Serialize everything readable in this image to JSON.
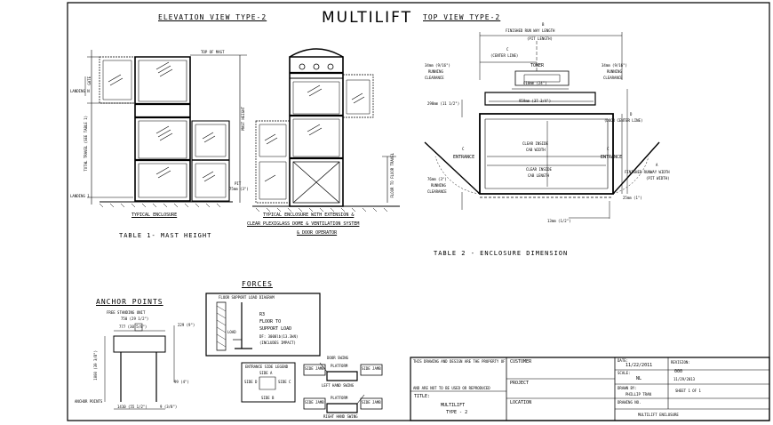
{
  "drawing_title": "MULTILIFT",
  "views": {
    "elevation_heading": "ELEVATION VIEW   TYPE-2",
    "top_heading": "TOP VIEW   TYPE-2"
  },
  "elevation": {
    "top_of_mast": "TOP OF MAST",
    "mast_height": "MAST HEIGHT",
    "total_travel": "TOTAL TRAVEL (SEE TABLE 1)",
    "gate": "GATE",
    "landing_n": "LANDING N",
    "landing_1": "LANDING 1",
    "pit": "PIT",
    "pit_value": "75mm (3\")",
    "floor_to_floor": "FLOOR TO FLOOR TRAVEL",
    "caption_left": "TYPICAL ENCLOSURE",
    "caption_right_1": "TYPICAL ENCLOSURE WITH EXTENSION &",
    "caption_right_2": "CLEAR PLEXIGLASS DOME & VENTILATION SYSTEM",
    "caption_right_3": "& DOOR OPERATOR",
    "table_caption": "TABLE 1- MAST HEIGHT"
  },
  "top_view": {
    "dim_b": "B",
    "finished_run_way_length": "FINISHED RUN WAY LENGTH",
    "pit_length": "(PIT LENGTH)",
    "dim_c_top": "C",
    "center_line": "(CENTER LINE)",
    "tower": "TOWER",
    "running_clearance_left_1": "34mm (9/16\")",
    "running_clearance_left_2": "RUNNING",
    "running_clearance_left_3": "CLEARANCE",
    "running_clearance_right_1": "34mm (9/16\")",
    "running_clearance_right_2": "RUNNING",
    "running_clearance_right_3": "CLEARANCE",
    "dim_610": "610mm (24\")",
    "dim_959": "959mm (37 3/4\")",
    "dim_298": "298mm (11 1/2\")",
    "dim_d": "D",
    "door_center_line": "(DOOR CENTER LINE)",
    "clear_inside_cab_width_1": "CLEAR INSIDE",
    "clear_inside_cab_width_2": "CAB WIDTH",
    "clear_inside_cab_length_1": "CLEAR INSIDE",
    "clear_inside_cab_length_2": "CAB LENGTH",
    "dim_c_left": "C",
    "entrance_left": "ENTRANCE",
    "dim_c_right": "C",
    "entrance_right": "ENTRANCE",
    "dim_a": "A",
    "finished_runway_width": "FINISHED RUNWAY WIDTH",
    "pit_width": "(PIT WIDTH)",
    "running_clearance_bottom_1": "76mm (3\")",
    "running_clearance_bottom_2": "RUNNING",
    "running_clearance_bottom_3": "CLEARANCE",
    "dim_25": "25mm (1\")",
    "dim_13": "13mm (1/2\")",
    "table_caption": "TABLE 2 - ENCLOSURE DIMENSION"
  },
  "anchor_points": {
    "heading": "ANCHOR POINTS",
    "free_standing": "FREE STANDING UNIT",
    "dim_top": "750 (29 1/2\")",
    "dim_inner": "777 (30 5/8\")",
    "dim_right_top": "229 (9\")",
    "dim_right_bottom": "99 (4\")",
    "dim_left": "1000 (39 3/8\")",
    "dim_bottom": "1410 (55 1/2\")",
    "anchor_points_label": "ANCHOR POINTS",
    "dim_bottom_right": "9 (3/8\")"
  },
  "forces": {
    "heading": "FORCES",
    "floor_support": "FLOOR SUPPORT LOAD DIAGRAM",
    "r3": "R3",
    "floor_to_support_1": "FLOOR TO",
    "floor_to_support_2": "SUPPORT LOAD",
    "load_value": "DF: 3000lb(13.3kN)",
    "impact": "(INCLUDES IMPACT)",
    "load": "LOAD"
  },
  "door_swing": {
    "entrance_side": "ENTRANCE SIDE LEGEND",
    "side_a": "SIDE A",
    "side_b": "SIDE B",
    "side_c": "SIDE C",
    "side_d": "SIDE D",
    "door_swing": "DOOR SWING",
    "swing_left": "SIDE JAMB",
    "swing_right": "SIDE JAMB",
    "platform_top": "PLATFORM",
    "left_hand": "LEFT HAND SWING",
    "swing_left_2": "SIDE JAMB",
    "swing_right_2": "SIDE JAMB",
    "platform_bottom": "PLATFORM",
    "right_hand": "RIGHT HAND SWING"
  },
  "title_block": {
    "notice": "THIS DRAWING AND DESIGN ARE THE PROPERTY OF",
    "notice_2": "AND ARE NOT TO BE USED OR REPRODUCED",
    "customer_label": "CUSTOMER",
    "project_label": "PROJECT",
    "location_label": "LOCATION",
    "title_label": "TITLE:",
    "title_value": "MULTILIFT",
    "title_value_2": "TYPE - 2",
    "date_label": "DATE:",
    "date_value": "11/22/2011",
    "scale_label": "SCALE:",
    "scale_value": "NL",
    "revision_label": "REVISION:",
    "revision_value": "000",
    "revision_date": "11/29/2013",
    "drawn_label": "DRAWN BY:",
    "drawn_value": "PHILLIP TRAN",
    "sheet_label": "SHEET 1 OF 1",
    "drawing_no_label": "DRAWING NO.",
    "drawing_no_value": "MULTILIFT ENCLOSURE"
  }
}
